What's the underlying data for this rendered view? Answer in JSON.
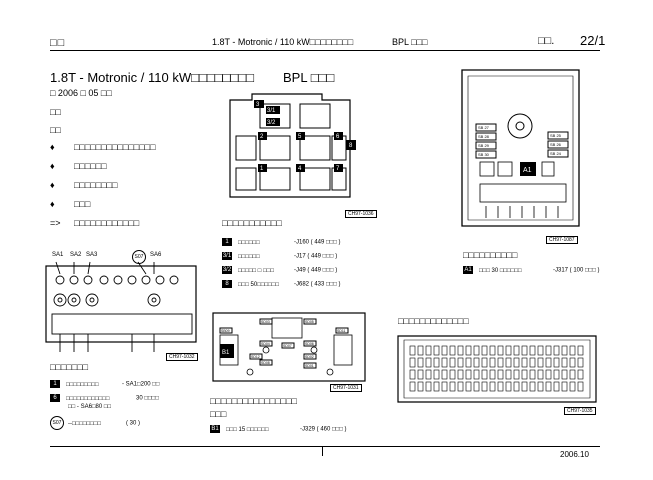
{
  "header": {
    "left_text": "□□",
    "title": "1.8T - Motronic / 110 kW□□□□□□□□",
    "bpl": "BPL □□□",
    "right_text": "□□.",
    "page": "22/1"
  },
  "main_title": "1.8T - Motronic  / 110 kW□□□□□□□□",
  "main_bpl": "BPL □□□",
  "date_line": "□  2006 □  05 □□",
  "label_a": "□□",
  "label_b": "□□",
  "bullets": [
    {
      "mark": "♦",
      "text": "□□□□□□□□□□□□□□□"
    },
    {
      "mark": "♦",
      "text": "□□□□□□"
    },
    {
      "mark": "♦",
      "text": "□□□□□□□□"
    },
    {
      "mark": "♦",
      "text": "□□□"
    },
    {
      "mark": "=>",
      "text": "□□□□□□□□□□□□"
    }
  ],
  "relay_figure": {
    "caption": "□□□□□□□□□□□",
    "fig_id": "CH97-1036",
    "positions": [
      "3",
      "3/1",
      "3/2",
      "2",
      "5",
      "6",
      "8",
      "1",
      "4",
      "7"
    ],
    "items": [
      {
        "badge": "1",
        "text": "□□□□□□",
        "detail": "-J160 ( 449 □□□ )"
      },
      {
        "badge": "3/1",
        "text": "□□□□□□",
        "detail": "-J17 ( 449 □□□ )"
      },
      {
        "badge": "3/2",
        "text": "□□□□□    □  □□□",
        "detail": "-J49 ( 449 □□□ )"
      },
      {
        "badge": "8",
        "text": "□□□  50□□□□□□",
        "detail": "-J682 ( 433 □□□ )"
      }
    ]
  },
  "sa_figure": {
    "labels": [
      "SA1",
      "SA2",
      "SA3",
      "S07",
      "SA6"
    ],
    "fig_id": "CH97-1032",
    "caption": "□□□□□□□",
    "items": [
      {
        "badge": "1",
        "text": "□□□□□□□□□",
        "detail": "- SA1□200  □□"
      },
      {
        "badge": "6",
        "text": "□□□□□□□□□□□□",
        "detail": "30 □□□□",
        "line2": "□□  - SA6□80  □□"
      },
      {
        "badge": "S07",
        "text": "--□□□□□□□□",
        "detail": "( 30 )"
      }
    ]
  },
  "ebox_figure": {
    "fig_id": "CH97-1087",
    "labels": [
      "SB 27",
      "SB 28",
      "SB 29",
      "SB 30",
      "SB 25",
      "SB 26",
      "SB 24",
      "A1"
    ],
    "caption": "□□□□□□□□□□",
    "item": {
      "badge": "A1",
      "text": "□□□   30 □□□□□□",
      "detail": "-J317 ( 100 □□□  )"
    }
  },
  "module_figure": {
    "fig_id": "CH97-1031",
    "labels": [
      "SD03",
      "SD05",
      "SD04",
      "SD06",
      "SD07",
      "SB09",
      "SD08",
      "SD02",
      "SD01",
      "SD11",
      "SD12",
      "B1"
    ],
    "caption_line1": "□□□□□□□□□□□□□□□□",
    "caption_line2": "□□□",
    "item": {
      "badge": "B1",
      "text": "□□□   15 □□□□□□",
      "detail": "-J329 ( 460 □□□  )"
    }
  },
  "fuse_figure": {
    "caption": "□□□□□□□□□□□□□",
    "fig_id": "CH97-1035"
  },
  "footer": {
    "date": "2006.10"
  }
}
